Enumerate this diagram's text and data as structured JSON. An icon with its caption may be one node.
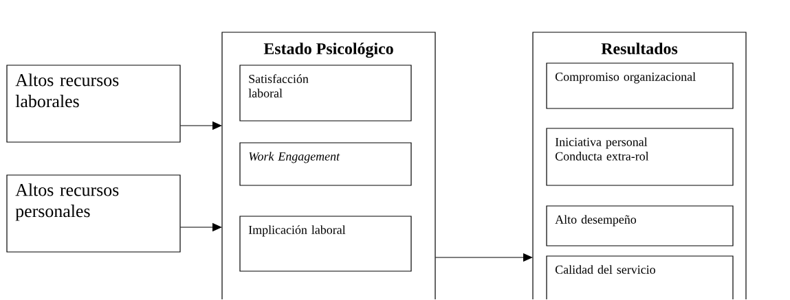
{
  "diagram": {
    "nodes": [
      {
        "text": [
          "Altos recursos laborales"
        ]
      },
      {
        "text": [
          "Altos recursos personales"
        ]
      },
      {
        "text": [
          "Estado Psicológico"
        ]
      },
      {
        "text": [
          "Satisfacción laboral"
        ],
        "in": 2
      },
      {
        "text": [
          "Work Engagement"
        ],
        "in": 2
      },
      {
        "text": [
          "Implicación laboral"
        ],
        "in": 2
      },
      {
        "text": [
          "Resultados"
        ]
      },
      {
        "text": [
          "Compromiso organizacional"
        ],
        "in": 6
      },
      {
        "text": [
          "Iniciativa personal",
          "Conducta extra-rol"
        ],
        "in": 6
      },
      {
        "text": [
          "Alto desempeño"
        ],
        "in": 6
      },
      {
        "text": [
          "Calidad del servicio"
        ],
        "in": 6
      }
    ],
    "edges": [
      {
        "from": 0,
        "to": 2,
        "arrow": "to"
      },
      {
        "from": 1,
        "to": 2,
        "arrow": "to"
      },
      {
        "from": 2,
        "to": 6,
        "arrow": "to"
      }
    ]
  }
}
